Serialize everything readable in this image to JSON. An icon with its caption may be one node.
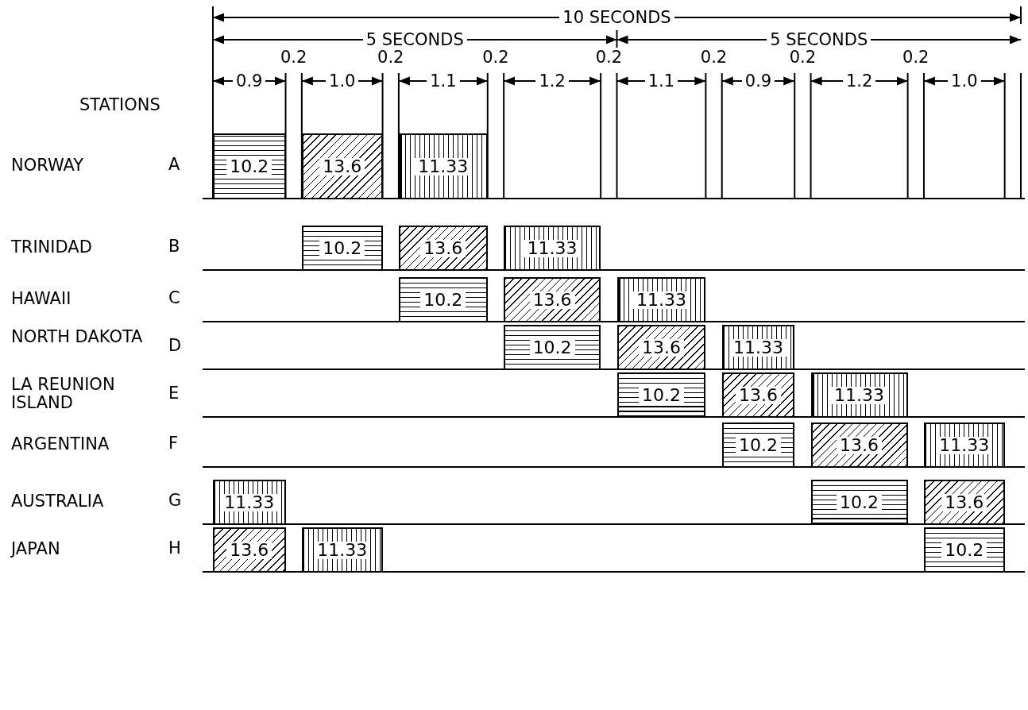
{
  "diagram": {
    "nodes": [
      {
        "text": [
          "10.2"
        ]
      },
      {
        "text": [
          "13.6"
        ]
      },
      {
        "text": [
          "11.33"
        ]
      },
      {
        "text": [
          "10.2"
        ]
      },
      {
        "text": [
          "13.6"
        ]
      },
      {
        "text": [
          "11.33"
        ]
      },
      {
        "text": [
          "10.2"
        ]
      },
      {
        "text": [
          "13.6"
        ]
      },
      {
        "text": [
          "11.33"
        ]
      },
      {
        "text": [
          "10.2"
        ]
      },
      {
        "text": [
          "13.6"
        ]
      },
      {
        "text": [
          "11.33"
        ]
      },
      {
        "text": [
          "10.2"
        ]
      },
      {
        "text": [
          "13.6"
        ]
      },
      {
        "text": [
          "11.33"
        ]
      },
      {
        "text": [
          "10.2"
        ]
      },
      {
        "text": [
          "13.6"
        ]
      },
      {
        "text": [
          "11.33"
        ]
      },
      {
        "text": [
          "11.33"
        ]
      },
      {
        "text": [
          "10.2"
        ]
      },
      {
        "text": [
          "13.6"
        ]
      },
      {
        "text": [
          "13.6"
        ]
      },
      {
        "text": [
          "11.33"
        ]
      },
      {
        "text": [
          "10.2"
        ]
      }
    ],
    "labels": [
      "10 SECONDS",
      "5 SECONDS",
      "5 SECONDS",
      "0.2",
      "0.2",
      "0.2",
      "0.2",
      "0.2",
      "0.2",
      "0.2",
      "STATIONS",
      "0.9",
      "1.0",
      "1.1",
      "1.2",
      "1.1",
      "0.9",
      "1.2",
      "1.0",
      "NORWAY",
      "A",
      "TRINIDAD",
      "B",
      "HAWAII",
      "C",
      "NORTH DAKOTA",
      "D",
      "LA REUNION ISLAND",
      "E",
      "ARGENTINA",
      "F",
      "AUSTRALIA",
      "G",
      "JAPAN",
      "H"
    ]
  }
}
